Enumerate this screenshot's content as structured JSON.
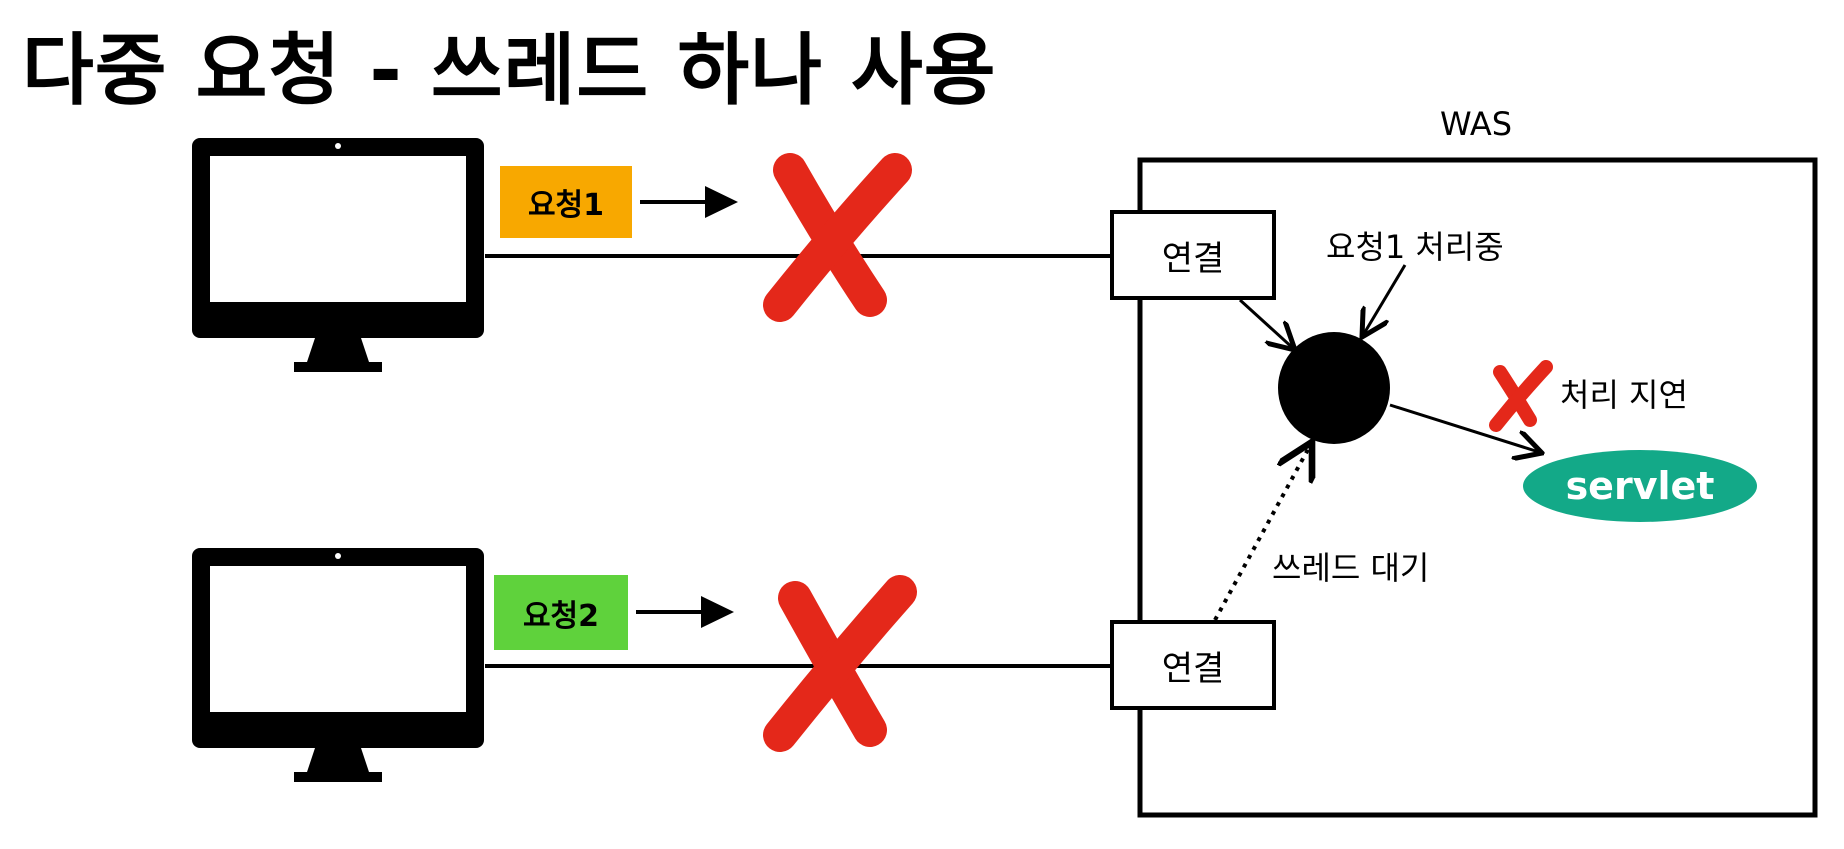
{
  "title": "다중 요청 - 쓰레드 하나 사용",
  "was_label": "WAS",
  "requests": [
    {
      "label": "요청1",
      "color": "#f8a800"
    },
    {
      "label": "요청2",
      "color": "#5fd23c"
    }
  ],
  "connections": [
    "연결",
    "연결"
  ],
  "notes": {
    "processing": "요청1 처리중",
    "delay": "처리 지연",
    "thread_wait": "쓰레드 대기"
  },
  "servlet": {
    "label": "servlet",
    "color": "#13a988"
  },
  "colors": {
    "cross": "#e4281a",
    "line": "#000000"
  },
  "icons": [
    "monitor-icon",
    "monitor-icon",
    "cross-icon",
    "cross-icon",
    "cross-icon"
  ]
}
